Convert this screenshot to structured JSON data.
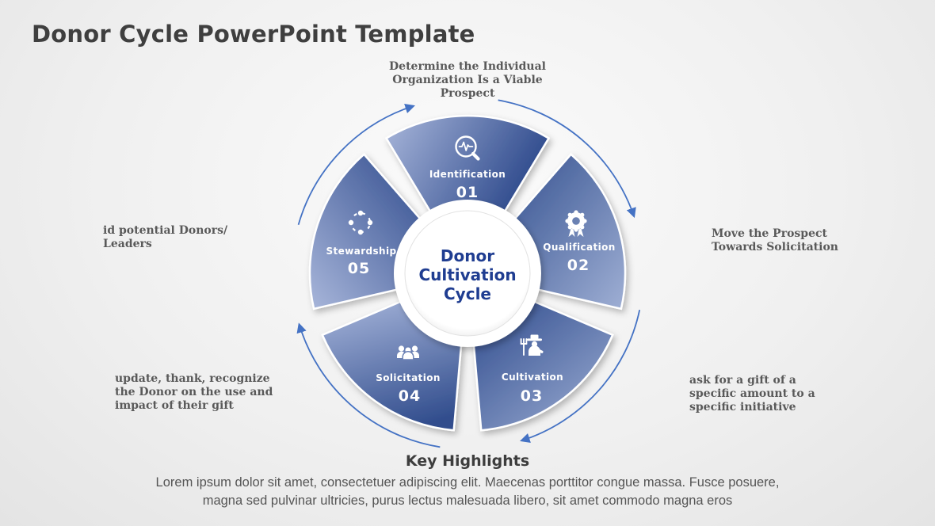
{
  "title": "Donor Cycle PowerPoint Template",
  "center": {
    "lines": [
      "Donor",
      "Cultivation",
      "Cycle"
    ]
  },
  "segments": [
    {
      "name": "Identification",
      "number": "01",
      "icon": "magnifier-pulse-icon"
    },
    {
      "name": "Qualification",
      "number": "02",
      "icon": "award-ribbon-icon"
    },
    {
      "name": "Cultivation",
      "number": "03",
      "icon": "farmer-icon"
    },
    {
      "name": "Solicitation",
      "number": "04",
      "icon": "people-group-icon"
    },
    {
      "name": "Stewardship",
      "number": "05",
      "icon": "sync-dots-icon"
    }
  ],
  "annotations": {
    "top": "Determine the Individual\nOrganization Is a Viable\nProspect",
    "right": "Move the Prospect\nTowards Solicitation",
    "bottom_right": "ask for a gift of a\nspecific amount to a\nspecific initiative",
    "bottom_left": "update, thank, recognize\nthe Donor on the use and\nimpact of their gift",
    "left": "id potential Donors/\nLeaders"
  },
  "footer": {
    "heading": "Key Highlights",
    "body": "Lorem ipsum dolor sit amet, consectetuer adipiscing elit. Maecenas porttitor congue massa. Fusce posuere,\nmagna sed pulvinar ultricies, purus lectus malesuada libero, sit amet commodo magna eros"
  },
  "colors": {
    "segment_light": "#a8b6da",
    "segment_dark": "#2c488b",
    "arrow": "#4472c4",
    "center_text": "#1f3d91",
    "annotation_text": "#595959",
    "title_text": "#3f3f3f"
  }
}
